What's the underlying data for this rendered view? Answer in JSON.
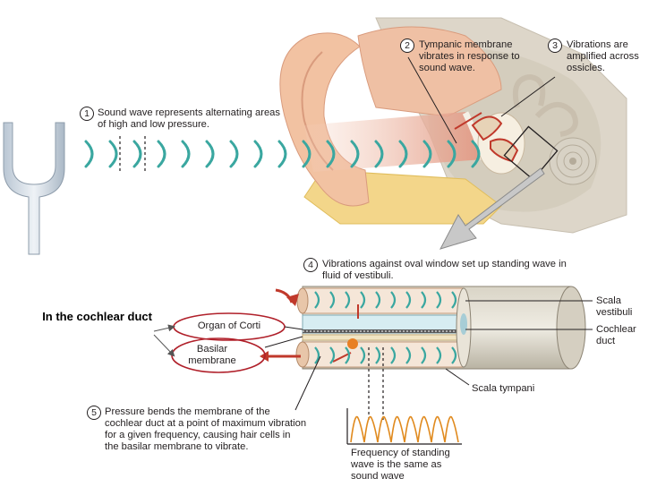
{
  "steps": [
    {
      "number": "1",
      "text": "Sound wave represents alternating areas of high and low pressure."
    },
    {
      "number": "2",
      "text": "Tympanic membrane vibrates in response to sound wave."
    },
    {
      "number": "3",
      "text": "Vibrations are amplified across ossicles."
    },
    {
      "number": "4",
      "text": "Vibrations against oval window set up standing wave in fluid of vestibuli."
    },
    {
      "number": "5",
      "text": "Pressure bends the membrane of the cochlear duct at a point of maximum vibration for a given frequency, causing hair cells in the basilar membrane to vibrate."
    }
  ],
  "labels": {
    "scala_vestibuli": "Scala vestibuli",
    "cochlear_duct": "Cochlear duct",
    "scala_tympani": "Scala tympani",
    "organ_of_corti": "Organ of Corti",
    "basilar_membrane": "Basilar membrane",
    "frequency_note": "Frequency of standing wave is the same as sound wave",
    "annotation": "In the cochlear duct"
  },
  "colors": {
    "wave": "#3aa7a0",
    "skin": "#f2c2a2",
    "bone": "#d8cfc0",
    "red_outline": "#b0202a",
    "arrow_red": "#c0392b",
    "graph_wave": "#e08a1e"
  }
}
